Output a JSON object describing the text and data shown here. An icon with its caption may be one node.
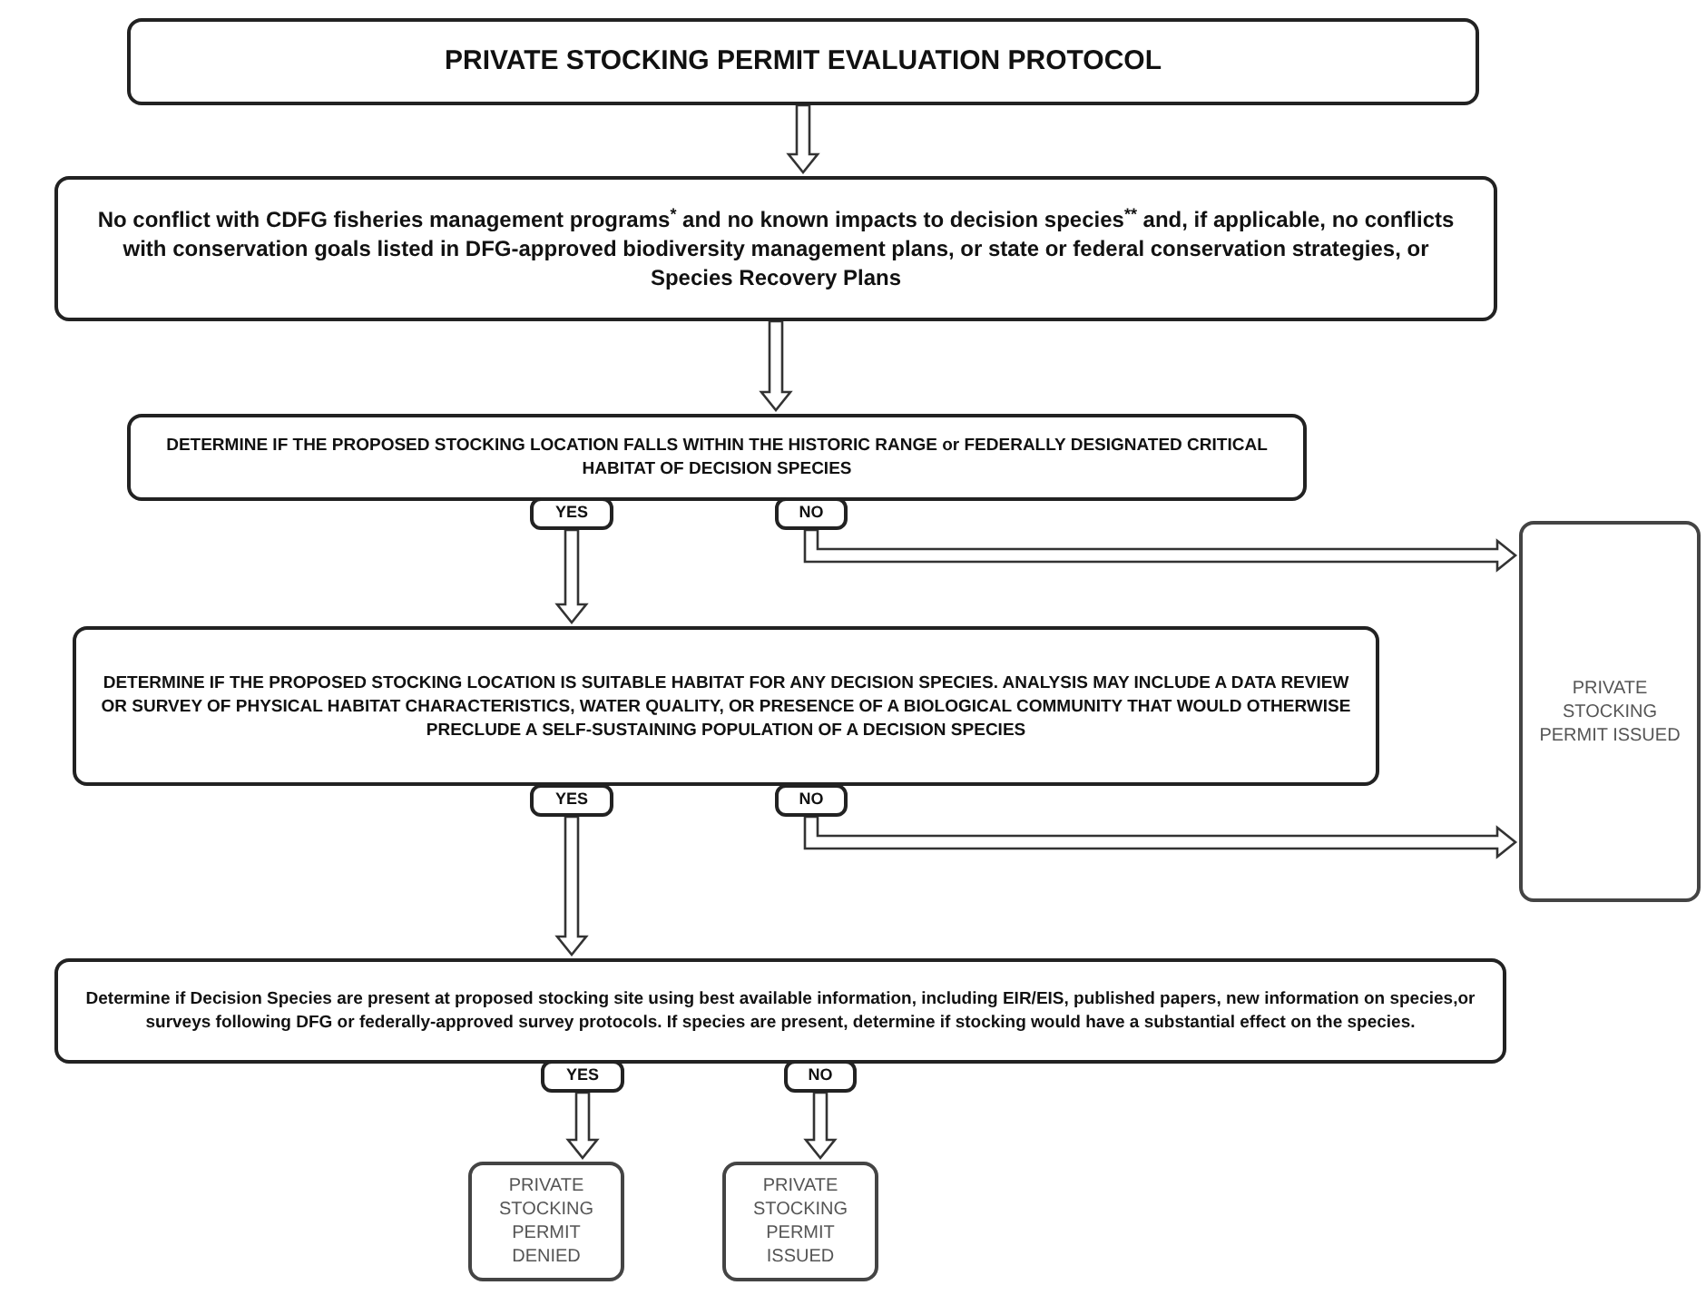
{
  "diagram": {
    "nodes": [
      {
        "text": [
          "PRIVATE STOCKING PERMIT EVALUATION PROTOCOL"
        ]
      },
      {
        "text": [
          "No conflict with CDFG fisheries management programs$^{*}$ and no known impacts to decision species$^{**}$ and, if applicable, no conflicts with conservation goals listed in DFG-approved biodiversity management plans, or state or federal conservation strategies, or Species Recovery Plans"
        ]
      },
      {
        "text": [
          "DETERMINE IF THE PROPOSED STOCKING LOCATION FALLS WITHIN THE HISTORIC RANGE or FEDERALLY DESIGNATED CRITICAL HABITAT OF DECISION SPECIES"
        ]
      },
      {
        "text": [
          "YES"
        ]
      },
      {
        "text": [
          "NO"
        ]
      },
      {
        "text": [
          "DETERMINE IF THE PROPOSED STOCKING LOCATION IS SUITABLE HABITAT FOR ANY DECISION SPECIES. ANALYSIS MAY INCLUDE A DATA REVIEW OR SURVEY OF PHYSICAL HABITAT CHARACTERISTICS, WATER QUALITY, OR PRESENCE OF A BIOLOGICAL COMMUNITY THAT WOULD OTHERWISE PRECLUDE A SELF-SUSTAINING POPULATION OF A DECISION SPECIES"
        ]
      },
      {
        "text": [
          "YES"
        ]
      },
      {
        "text": [
          "NO"
        ]
      },
      {
        "text": [
          "Determine if Decision Species are present at proposed stocking site using best available information, including EIR/EIS, published papers, new information on species,or surveys following DFG or federally-approved survey protocols. If species are present, determine if stocking would have a substantial effect on the species."
        ]
      },
      {
        "text": [
          "YES"
        ]
      },
      {
        "text": [
          "NO"
        ]
      },
      {
        "text": [
          "PRIVATE STOCKING PERMIT DENIED"
        ]
      },
      {
        "text": [
          "PRIVATE STOCKING PERMIT ISSUED"
        ]
      },
      {
        "text": [
          "PRIVATE STOCKING PERMIT ISSUED"
        ]
      }
    ],
    "edges": [
      {
        "from": 0,
        "to": 1,
        "arrow": "to"
      },
      {
        "from": 1,
        "to": 2,
        "arrow": "to"
      },
      {
        "from": 3,
        "to": 5,
        "arrow": "to"
      },
      {
        "from": 4,
        "to": 13,
        "arrow": "to"
      },
      {
        "from": 6,
        "to": 8,
        "arrow": "to"
      },
      {
        "from": 7,
        "to": 13,
        "arrow": "to"
      },
      {
        "from": 9,
        "to": 11,
        "arrow": "to"
      },
      {
        "from": 10,
        "to": 12,
        "arrow": "to"
      }
    ]
  }
}
